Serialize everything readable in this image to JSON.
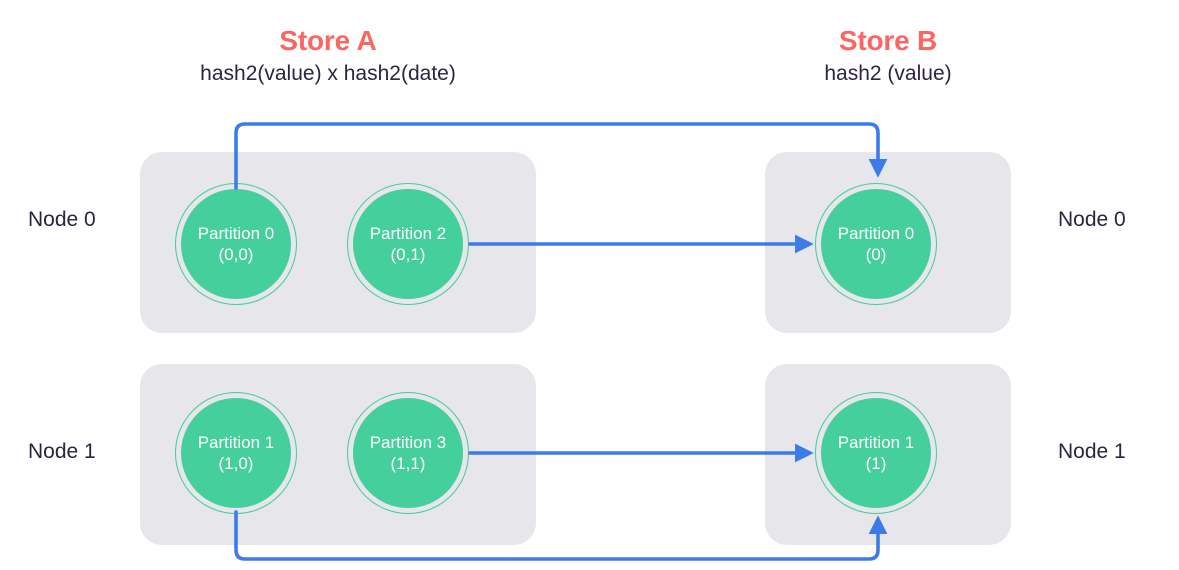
{
  "stores": {
    "a": {
      "title": "Store A",
      "subtitle": "hash2(value) x hash2(date)"
    },
    "b": {
      "title": "Store B",
      "subtitle": "hash2 (value)"
    }
  },
  "nodes": {
    "left": [
      {
        "label": "Node 0"
      },
      {
        "label": "Node 1"
      }
    ],
    "right": [
      {
        "label": "Node 0"
      },
      {
        "label": "Node 1"
      }
    ]
  },
  "partitions": {
    "store_a": [
      {
        "name": "Partition 0",
        "key": "(0,0)"
      },
      {
        "name": "Partition 2",
        "key": "(0,1)"
      },
      {
        "name": "Partition 1",
        "key": "(1,0)"
      },
      {
        "name": "Partition 3",
        "key": "(1,1)"
      }
    ],
    "store_b": [
      {
        "name": "Partition 0",
        "key": "(0)"
      },
      {
        "name": "Partition 1",
        "key": "(1)"
      }
    ]
  },
  "colors": {
    "accent_red": "#fb6663",
    "partition_green": "#44cf9c",
    "partition_ring": "#45cb9a",
    "panel_gray": "#e7e6eb",
    "arrow_blue": "#3d7ce8",
    "text_dark": "#2d2342",
    "background": "#ffffff"
  },
  "arrows": [
    {
      "from": "Partition 0 (0,0)",
      "to": "Partition 0 (0)",
      "route": "top-around"
    },
    {
      "from": "Partition 2 (0,1)",
      "to": "Partition 0 (0)",
      "route": "direct-horizontal"
    },
    {
      "from": "Partition 3 (1,1)",
      "to": "Partition 1 (1)",
      "route": "direct-horizontal"
    },
    {
      "from": "Partition 1 (1,0)",
      "to": "Partition 1 (1)",
      "route": "bottom-around"
    }
  ]
}
